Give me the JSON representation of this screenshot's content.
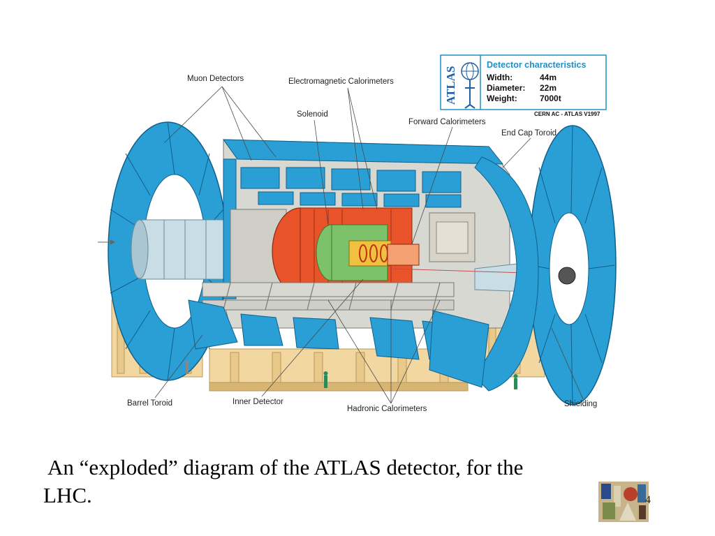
{
  "info_box": {
    "logo_text": "ATLAS",
    "title": "Detector characteristics",
    "rows": [
      {
        "label": "Width:",
        "value": "44m"
      },
      {
        "label": "Diameter:",
        "value": "22m"
      },
      {
        "label": "Weight:",
        "value": "7000t"
      }
    ],
    "credit": "CERN AC - ATLAS V1997"
  },
  "labels": {
    "muon_detectors": "Muon Detectors",
    "em_calorimeters": "Electromagnetic Calorimeters",
    "solenoid": "Solenoid",
    "forward_calorimeters": "Forward Calorimeters",
    "end_cap_toroid": "End Cap Toroid",
    "barrel_toroid": "Barrel Toroid",
    "inner_detector": "Inner Detector",
    "hadronic_calorimeters": "Hadronic Calorimeters",
    "shielding": "Shielding"
  },
  "caption": {
    "line1": "An “exploded” diagram of the ATLAS detector, for the",
    "line2": "LHC."
  },
  "page_number": "4",
  "colors": {
    "muon_blue": "#2a9fd6",
    "calorimeter_orange": "#e8532a",
    "solenoid_green": "#7cc26a",
    "support_beige": "#f2d7a0",
    "steel_grey": "#c9c9c4"
  }
}
